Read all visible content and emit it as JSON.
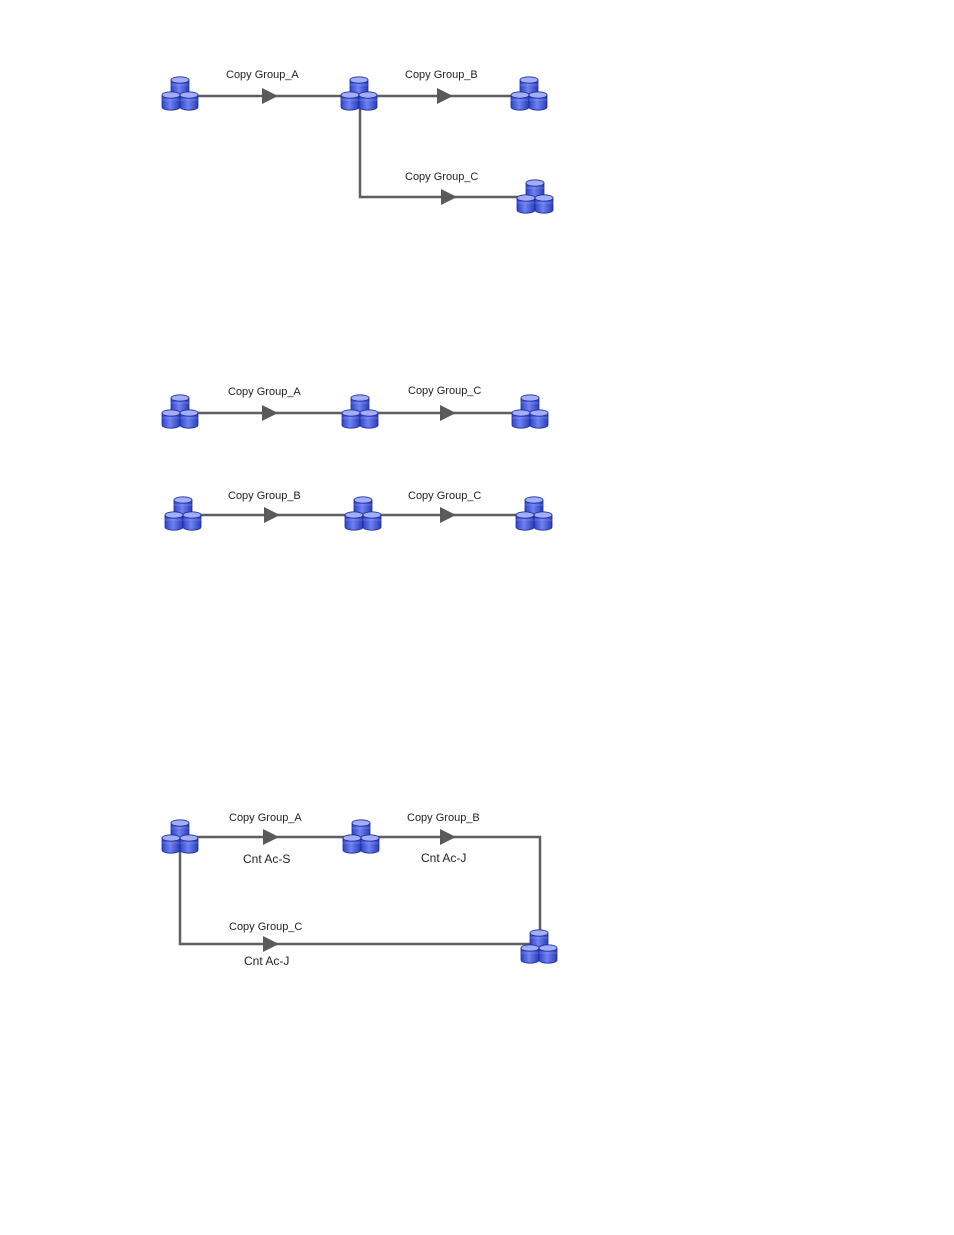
{
  "diagram1": {
    "copy_group_a": "Copy Group_A",
    "copy_group_b": "Copy Group_B",
    "copy_group_c": "Copy Group_C"
  },
  "diagram2": {
    "row1_first": "Copy Group_A",
    "row1_second": "Copy Group_C",
    "row2_first": "Copy Group_B",
    "row2_second": "Copy Group_C"
  },
  "diagram3": {
    "copy_group_a": "Copy Group_A",
    "copy_group_a_type": "Cnt Ac-S",
    "copy_group_b": "Copy Group_B",
    "copy_group_b_type": "Cnt Ac-J",
    "copy_group_c": "Copy Group_C",
    "copy_group_c_type": "Cnt Ac-J"
  },
  "colors": {
    "storage_fill": "#5a6fe8",
    "storage_top": "#9aa6f7",
    "storage_stroke": "#1a2c9a",
    "connector": "#5f5f5f"
  },
  "icons": {
    "storage_node": "storage-cluster-icon"
  }
}
